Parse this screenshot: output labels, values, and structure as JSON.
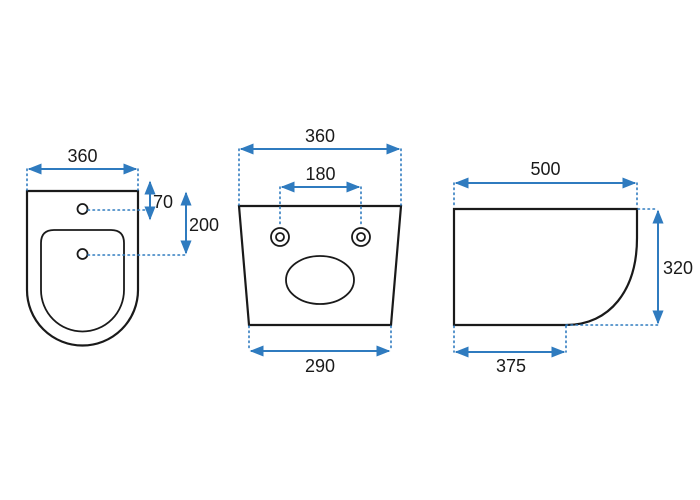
{
  "front_view": {
    "width_label": "360",
    "tap_hole_label": "70",
    "drain_label": "200"
  },
  "rear_view": {
    "top_width_label": "360",
    "mount_spacing_label": "180",
    "bottom_width_label": "290"
  },
  "side_view": {
    "length_label": "500",
    "height_label": "320",
    "base_length_label": "375"
  },
  "colors": {
    "dimension": "#2f7bbf",
    "outline": "#1a1a1a"
  }
}
